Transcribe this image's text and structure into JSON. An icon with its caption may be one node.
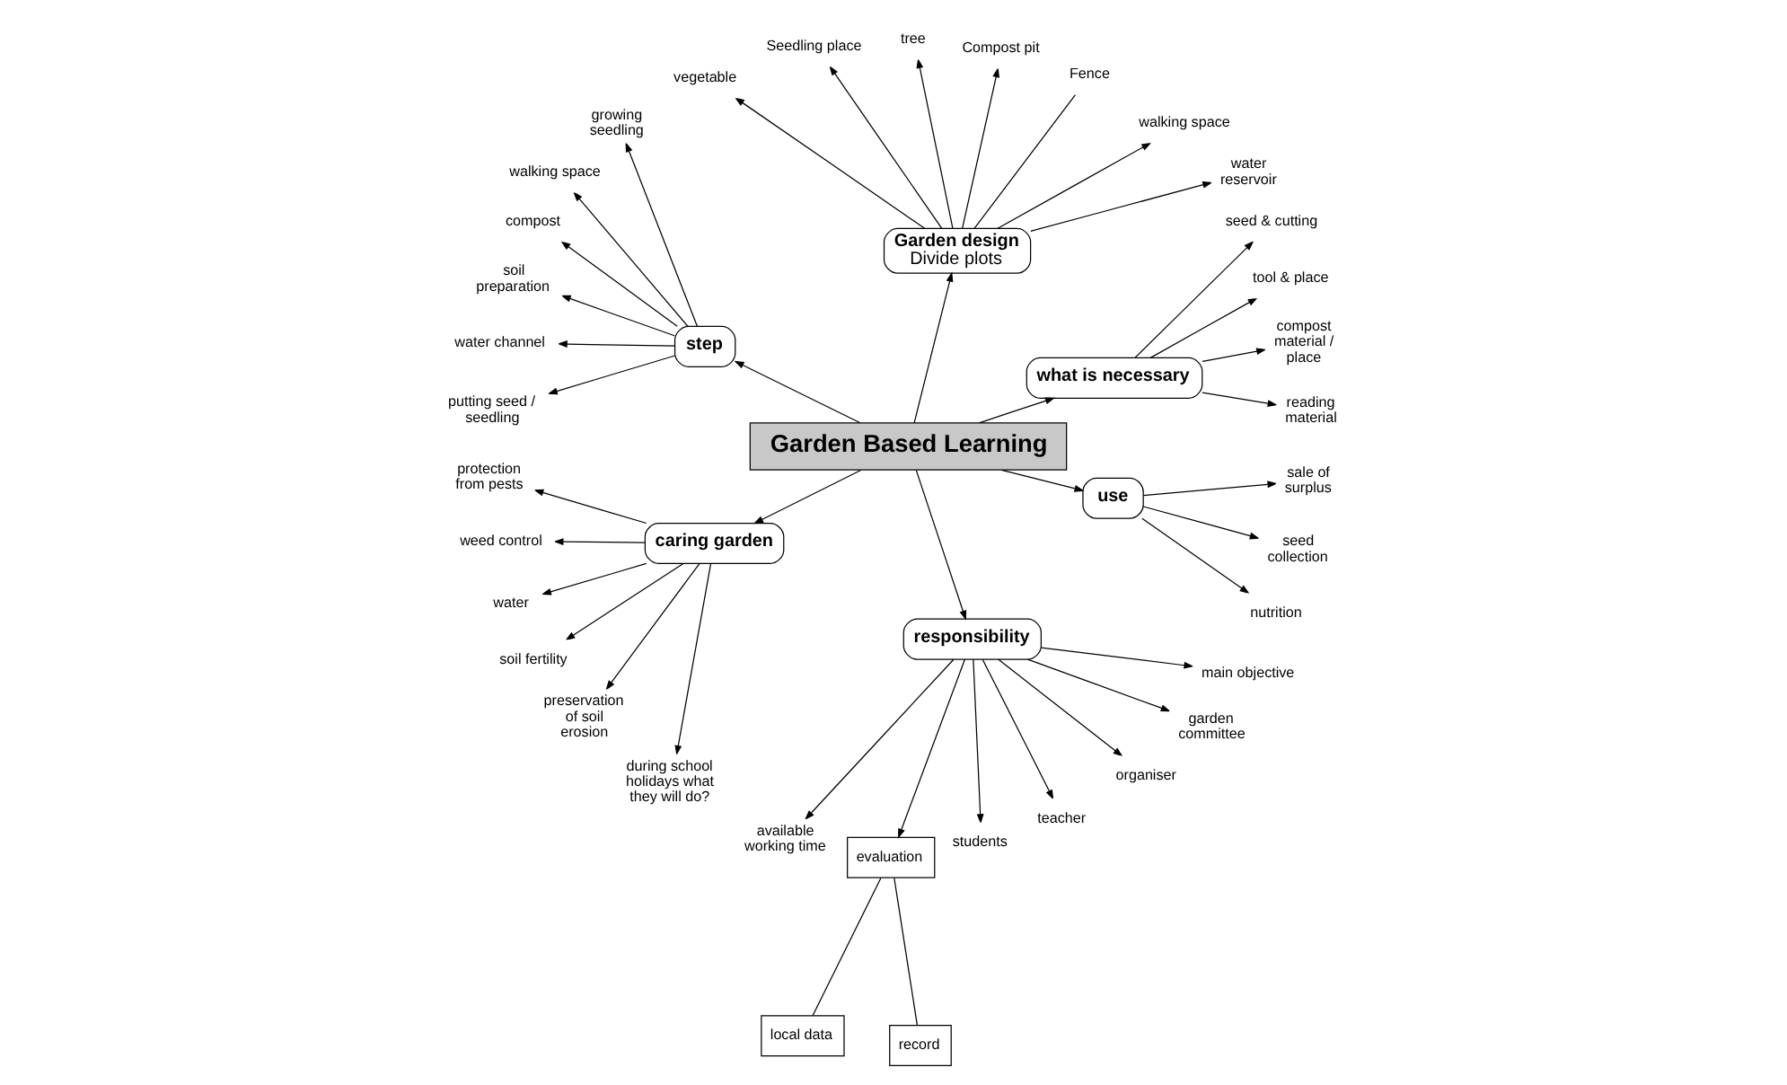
{
  "diagram": {
    "nodes": [
      {
        "text": [
          "Garden Based Learning"
        ]
      },
      {
        "text": [
          "what is necessary"
        ]
      },
      {
        "text": [
          "reading material"
        ]
      },
      {
        "text": [
          "compost material / place"
        ]
      },
      {
        "text": [
          "tool & place"
        ]
      },
      {
        "text": [
          "seed & cutting"
        ]
      },
      {
        "text": [
          "Garden design",
          "Divide plots"
        ]
      },
      {
        "text": [
          "water reservoir"
        ]
      },
      {
        "text": [
          "walking space"
        ]
      },
      {
        "text": [
          "Fence"
        ]
      },
      {
        "text": [
          "Compost pit"
        ]
      },
      {
        "text": [
          "tree"
        ]
      },
      {
        "text": [
          "Seedling place"
        ]
      },
      {
        "text": [
          "vegetable"
        ]
      },
      {
        "text": [
          "step"
        ]
      },
      {
        "text": [
          "growing seedling"
        ]
      },
      {
        "text": [
          "walking space"
        ]
      },
      {
        "text": [
          "compost"
        ]
      },
      {
        "text": [
          "soil preparation"
        ]
      },
      {
        "text": [
          "water channel"
        ]
      },
      {
        "text": [
          "putting seed / seedling"
        ]
      },
      {
        "text": [
          "caring garden"
        ]
      },
      {
        "text": [
          "protection from pests"
        ]
      },
      {
        "text": [
          "weed control"
        ]
      },
      {
        "text": [
          "water"
        ]
      },
      {
        "text": [
          "soil fertility"
        ]
      },
      {
        "text": [
          "preservation of soil erosion"
        ]
      },
      {
        "text": [
          "during school holidays what they will do?"
        ]
      },
      {
        "text": [
          "responsibility"
        ]
      },
      {
        "text": [
          "available working time"
        ]
      },
      {
        "text": [
          "evaluation"
        ]
      },
      {
        "text": [
          "local data"
        ]
      },
      {
        "text": [
          "record"
        ]
      },
      {
        "text": [
          "students"
        ]
      },
      {
        "text": [
          "teacher"
        ]
      },
      {
        "text": [
          "organiser"
        ]
      },
      {
        "text": [
          "garden committee"
        ]
      },
      {
        "text": [
          "main objective"
        ]
      },
      {
        "text": [
          "use"
        ]
      },
      {
        "text": [
          "nutrition"
        ]
      },
      {
        "text": [
          "seed collection"
        ]
      },
      {
        "text": [
          "sale of surplus"
        ]
      }
    ],
    "edges": [
      {
        "from": 0,
        "to": 1,
        "arrow": "to"
      },
      {
        "from": 1,
        "to": 2,
        "arrow": "to"
      },
      {
        "from": 1,
        "to": 3,
        "arrow": "to"
      },
      {
        "from": 1,
        "to": 4,
        "arrow": "to"
      },
      {
        "from": 1,
        "to": 5,
        "arrow": "to"
      },
      {
        "from": 0,
        "to": 6,
        "arrow": "to"
      },
      {
        "from": 6,
        "to": 7,
        "arrow": "to"
      },
      {
        "from": 6,
        "to": 8,
        "arrow": "to"
      },
      {
        "from": 6,
        "to": 9,
        "arrow": "none"
      },
      {
        "from": 6,
        "to": 10,
        "arrow": "to"
      },
      {
        "from": 6,
        "to": 11,
        "arrow": "to"
      },
      {
        "from": 6,
        "to": 12,
        "arrow": "to"
      },
      {
        "from": 6,
        "to": 13,
        "arrow": "to"
      },
      {
        "from": 0,
        "to": 14,
        "arrow": "to"
      },
      {
        "from": 14,
        "to": 15,
        "arrow": "to"
      },
      {
        "from": 14,
        "to": 16,
        "arrow": "to"
      },
      {
        "from": 14,
        "to": 17,
        "arrow": "to"
      },
      {
        "from": 14,
        "to": 18,
        "arrow": "to"
      },
      {
        "from": 14,
        "to": 19,
        "arrow": "to"
      },
      {
        "from": 14,
        "to": 20,
        "arrow": "to"
      },
      {
        "from": 0,
        "to": 21,
        "arrow": "to"
      },
      {
        "from": 21,
        "to": 22,
        "arrow": "to"
      },
      {
        "from": 21,
        "to": 23,
        "arrow": "to"
      },
      {
        "from": 21,
        "to": 24,
        "arrow": "to"
      },
      {
        "from": 21,
        "to": 25,
        "arrow": "to"
      },
      {
        "from": 21,
        "to": 26,
        "arrow": "to"
      },
      {
        "from": 21,
        "to": 27,
        "arrow": "to"
      },
      {
        "from": 0,
        "to": 28,
        "arrow": "to"
      },
      {
        "from": 28,
        "to": 29,
        "arrow": "to"
      },
      {
        "from": 28,
        "to": 30,
        "arrow": "to"
      },
      {
        "from": 30,
        "to": 31,
        "arrow": "none"
      },
      {
        "from": 30,
        "to": 32,
        "arrow": "none"
      },
      {
        "from": 28,
        "to": 33,
        "arrow": "to"
      },
      {
        "from": 28,
        "to": 34,
        "arrow": "to"
      },
      {
        "from": 28,
        "to": 35,
        "arrow": "to"
      },
      {
        "from": 28,
        "to": 36,
        "arrow": "to"
      },
      {
        "from": 28,
        "to": 37,
        "arrow": "to"
      },
      {
        "from": 0,
        "to": 38,
        "arrow": "to"
      },
      {
        "from": 38,
        "to": 39,
        "arrow": "to"
      },
      {
        "from": 38,
        "to": 40,
        "arrow": "to"
      },
      {
        "from": 38,
        "to": 41,
        "arrow": "to"
      }
    ]
  }
}
